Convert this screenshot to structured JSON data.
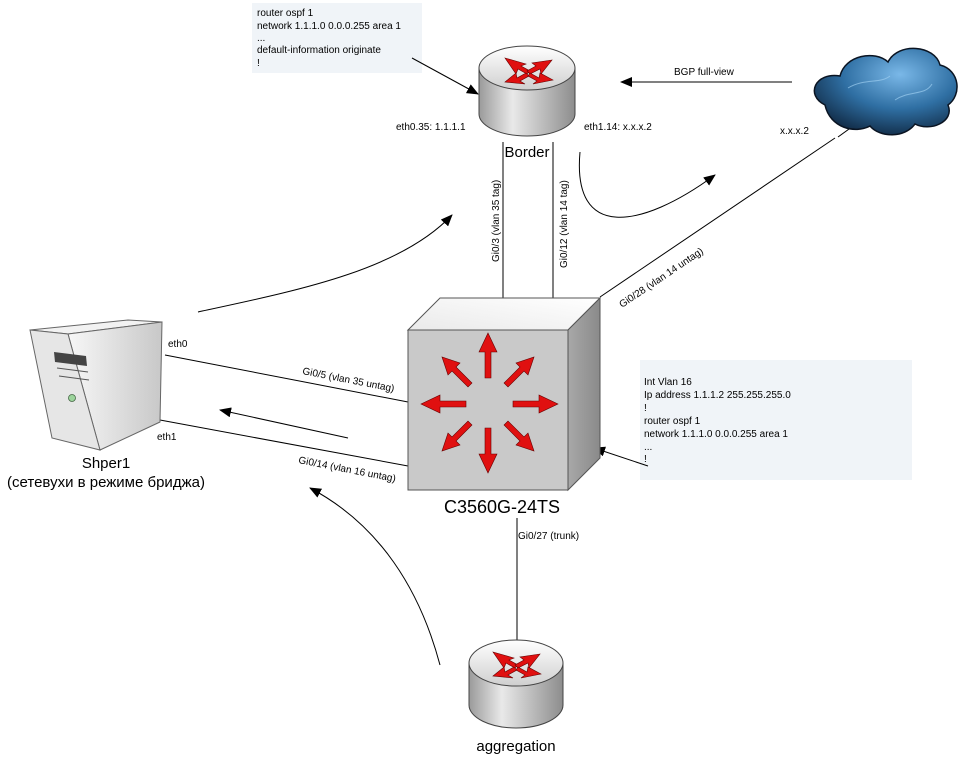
{
  "notes": {
    "border_config": [
      "router ospf 1",
      " network 1.1.1.0 0.0.0.255 area 1",
      " ...",
      " default-information originate",
      "!"
    ],
    "switch_config": [
      "Int Vlan 16",
      "  Ip address 1.1.1.2 255.255.255.0",
      "!",
      "router ospf 1",
      " network 1.1.1.0 0.0.0.255 area 1",
      " ...",
      "!"
    ]
  },
  "labels": {
    "bgp": "BGP full-view",
    "border_name": "Border",
    "border_eth035": "eth0.35: 1.1.1.1",
    "border_eth114": "eth1.14: x.x.x.2",
    "cloud_ip": "x.x.x.2",
    "port_gi03": "Gi0/3 (vlan 35 tag)",
    "port_gi012": "Gi0/12 (vlan 14 tag)",
    "port_gi028": "Gi0/28 (vlan 14 untag)",
    "port_gi05": "Gi0/5 (vlan 35 untag)",
    "port_gi014": "Gi0/14 (vlan 16 untag)",
    "port_gi027": "Gi0/27 (trunk)",
    "srv_eth0": "eth0",
    "srv_eth1": "eth1",
    "server_name": "Shper1",
    "server_desc": "(сетевухи в режиме бриджа)",
    "switch_name": "C3560G-24TS",
    "agg_name": "aggregation"
  },
  "colors": {
    "arrow_red": "#e01010",
    "device_gray": "#d4d4d4",
    "switch_face": "#c9c9c9",
    "cloud_blue": "#2f6fa3",
    "note_bg": "#f0f4f8"
  }
}
